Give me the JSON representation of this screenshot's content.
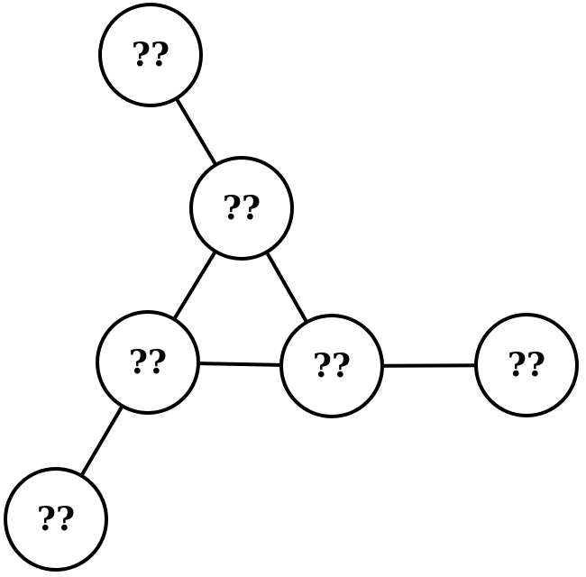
{
  "diagram": {
    "type": "graph",
    "colors": {
      "stroke": "#000000",
      "fill": "#ffffff",
      "text": "#000000"
    },
    "nodes": [
      {
        "id": "n1",
        "label": "??"
      },
      {
        "id": "n2",
        "label": "??"
      },
      {
        "id": "n3",
        "label": "??"
      },
      {
        "id": "n4",
        "label": "??"
      },
      {
        "id": "n5",
        "label": "??"
      },
      {
        "id": "n6",
        "label": "??"
      }
    ],
    "edges": [
      {
        "from": "n1",
        "to": "n2"
      },
      {
        "from": "n2",
        "to": "n3"
      },
      {
        "from": "n2",
        "to": "n4"
      },
      {
        "from": "n3",
        "to": "n4"
      },
      {
        "from": "n4",
        "to": "n5"
      },
      {
        "from": "n3",
        "to": "n6"
      }
    ]
  }
}
